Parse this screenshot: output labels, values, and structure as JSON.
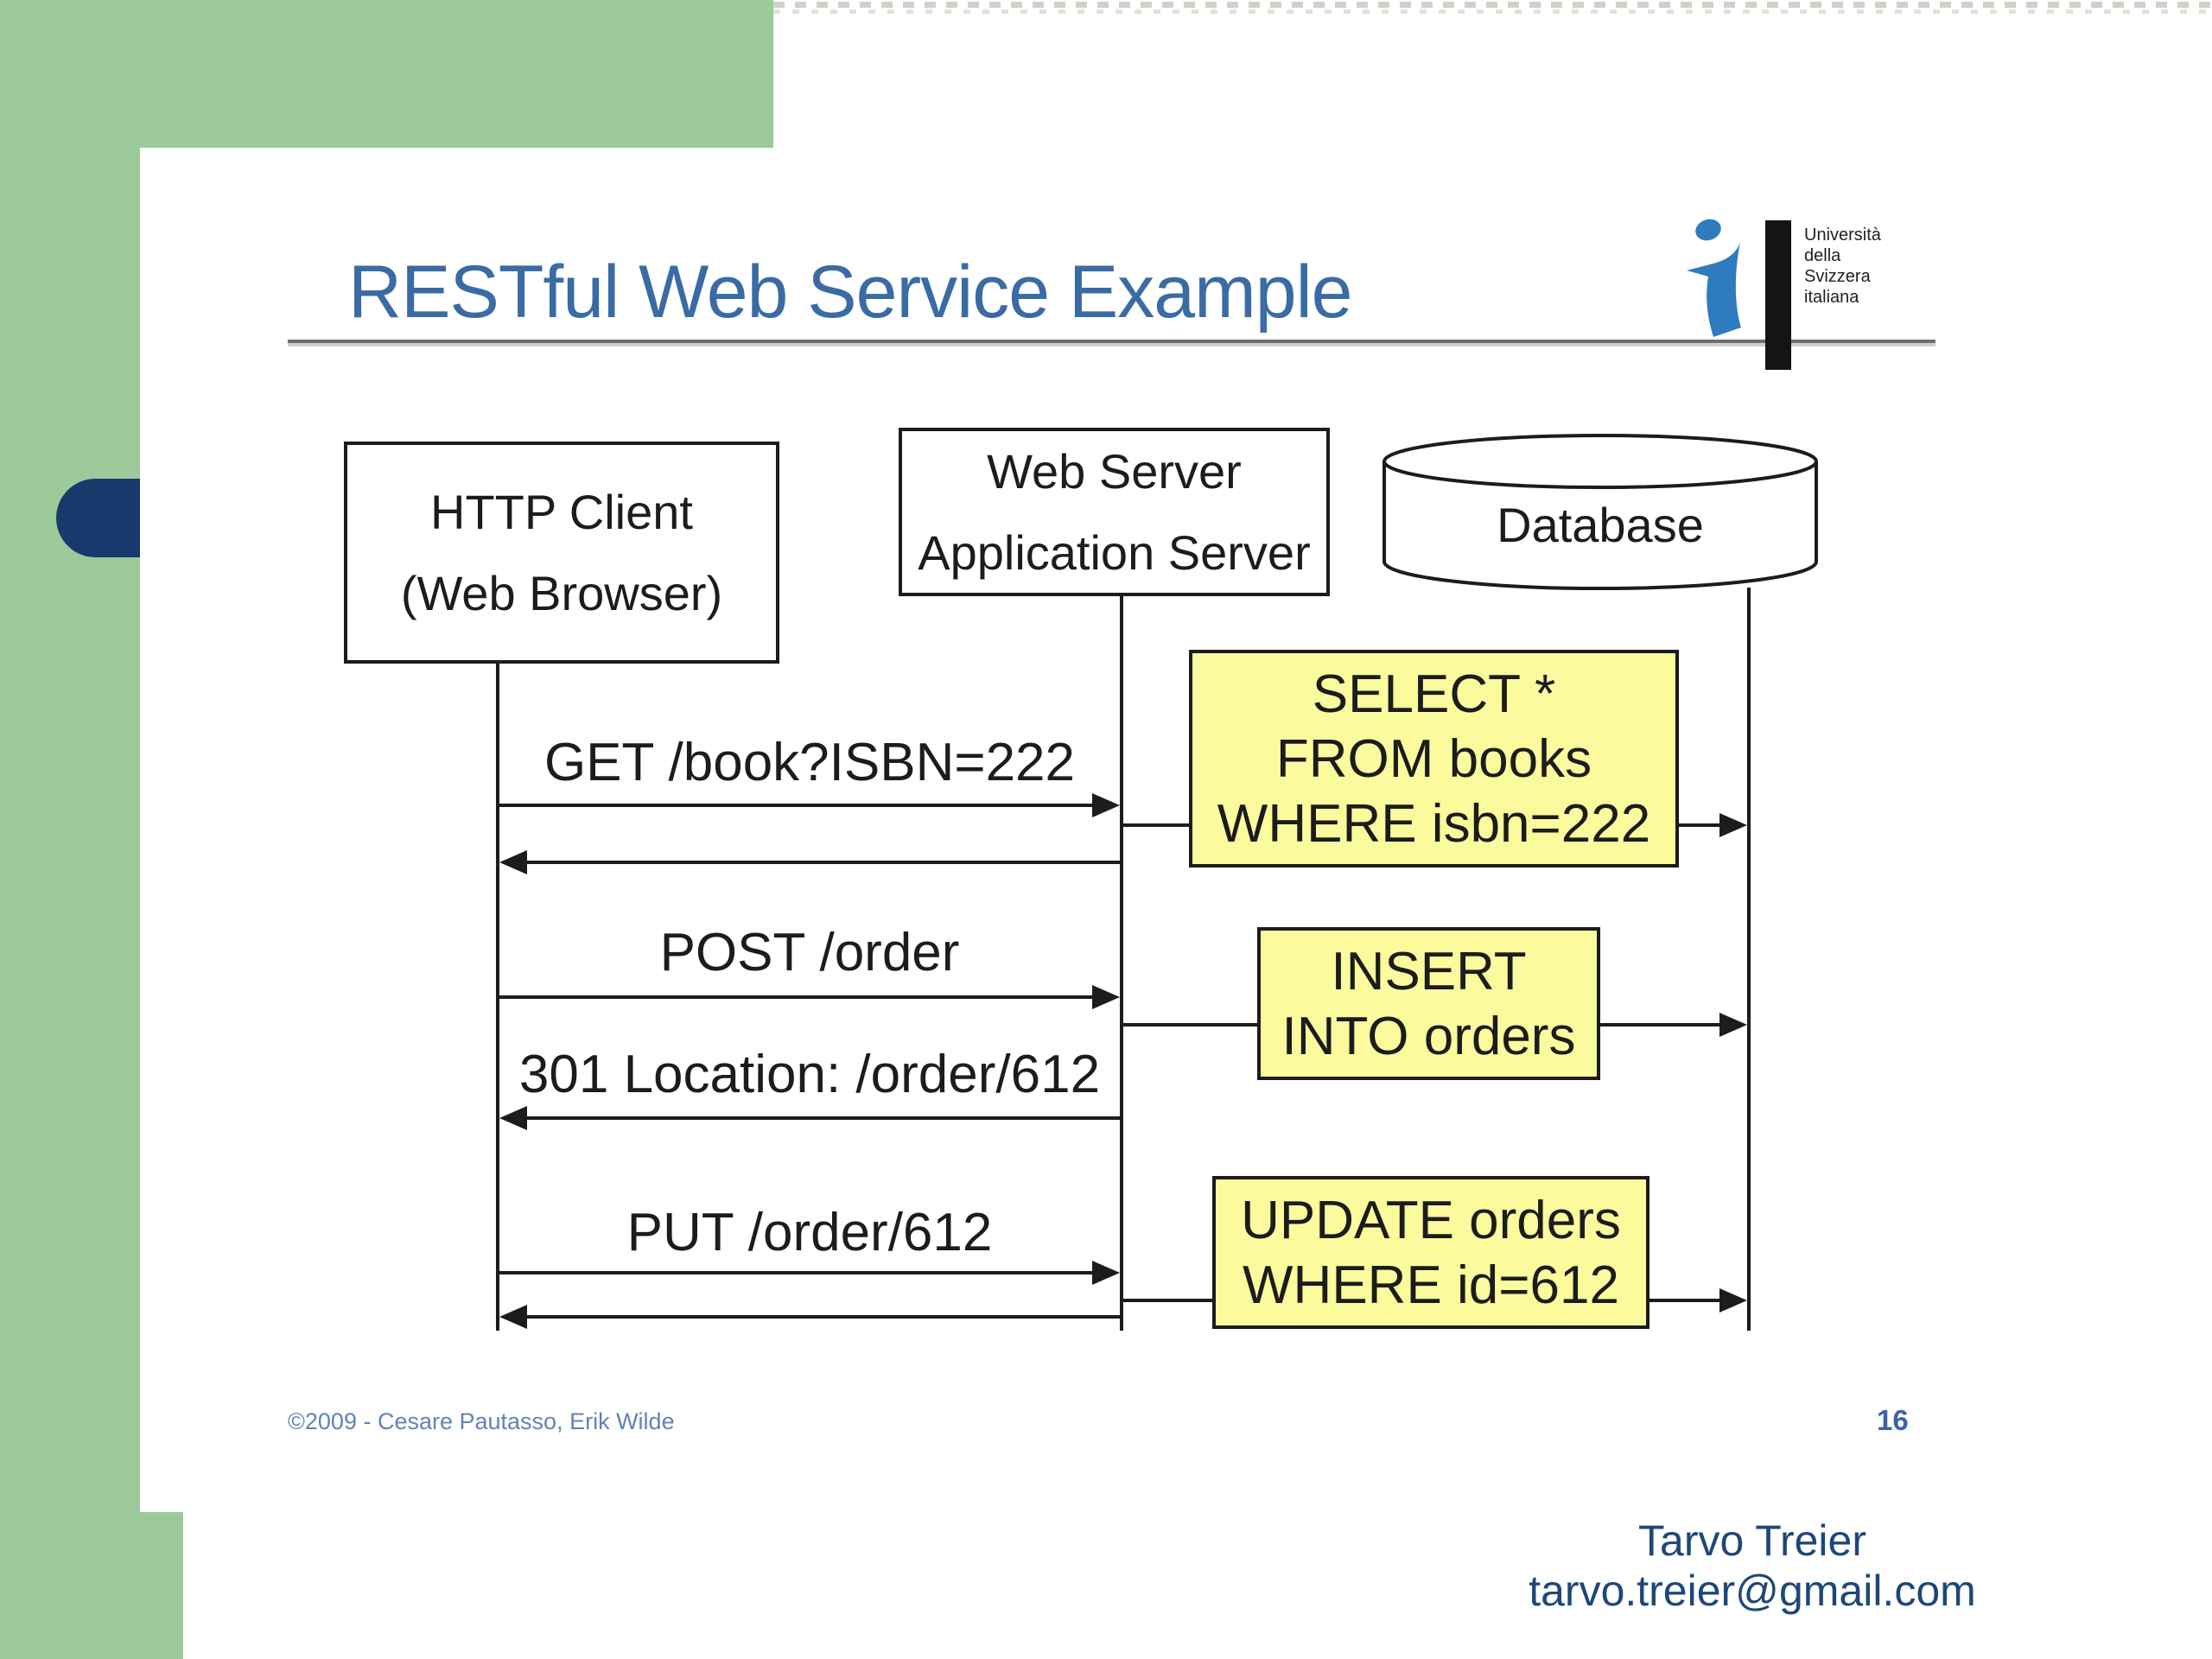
{
  "colors": {
    "green": "#9CCA9B",
    "navy_pill": "#17396B",
    "title_blue": "#3A6BA5",
    "yellow": "#FBFB9D",
    "line": "#1C1C1C",
    "footer_blue": "#6283B4",
    "page_blue": "#3D62A8",
    "contact_navy": "#1E4778",
    "logo_blue": "#2E7BBE"
  },
  "header": {
    "title": "RESTful Web Service Example"
  },
  "logo": {
    "line1": "Università",
    "line2": "della",
    "line3": "Svizzera",
    "line4": "italiana"
  },
  "actors": {
    "client_line1": "HTTP Client",
    "client_line2": "(Web Browser)",
    "server_line1": "Web Server",
    "server_line2": "Application Server",
    "database": "Database"
  },
  "messages": {
    "get": "GET /book?ISBN=222",
    "post": "POST /order",
    "location": "301 Location: /order/612",
    "put": "PUT /order/612"
  },
  "sql": {
    "select_line1": "SELECT *",
    "select_line2": "FROM books",
    "select_line3": "WHERE isbn=222",
    "insert_line1": "INSERT",
    "insert_line2": "INTO orders",
    "update_line1": "UPDATE orders",
    "update_line2": "WHERE id=612"
  },
  "footer": {
    "copyright": "©2009 - Cesare Pautasso, Erik Wilde",
    "page_number": "16"
  },
  "contact": {
    "name": "Tarvo Treier",
    "email": "tarvo.treier@gmail.com"
  }
}
